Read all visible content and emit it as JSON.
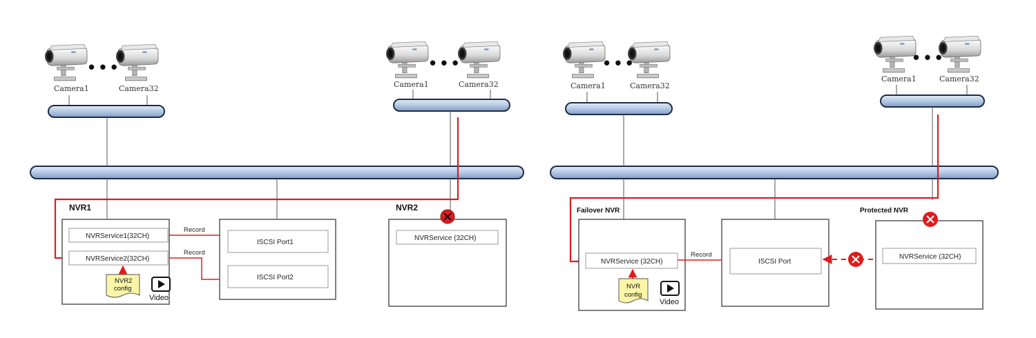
{
  "colors": {
    "bus_fill": "#b9cde6",
    "bus_stroke": "#1f2a44",
    "link": "#e01b1b",
    "line": "#555555",
    "box": "#555555",
    "config_fill": "#fbf5a8"
  },
  "left": {
    "cam1_label": "Camera1",
    "cam32_label": "Camera32",
    "cam1b_label": "Camera1",
    "cam32b_label": "Camera32",
    "nvr1_title": "NVR1",
    "nvr2_title": "NVR2",
    "service1": "NVRService1(32CH)",
    "service2": "NVRService2(32CH)",
    "nvr2_service": "NVRService (32CH)",
    "record1": "Record",
    "record2": "Record",
    "port1": "ISCSI Port1",
    "port2": "ISCSI Port2",
    "config_line1": "NVR2",
    "config_line2": "config",
    "video": "Video"
  },
  "right": {
    "cam1_label": "Camera1",
    "cam32_label": "Camera32",
    "cam1b_label": "Camera1",
    "cam32b_label": "Camera32",
    "failover_title": "Failover NVR",
    "protected_title": "Protected NVR",
    "failover_service": "NVRService  (32CH)",
    "protected_service": "NVRService (32CH)",
    "record": "Record",
    "port": "ISCSI Port",
    "config_line1": "NVR",
    "config_line2": "config",
    "video": "Video"
  },
  "icons": [
    "camera-icon",
    "video-play-icon",
    "config-document-icon",
    "fail-x-icon"
  ]
}
